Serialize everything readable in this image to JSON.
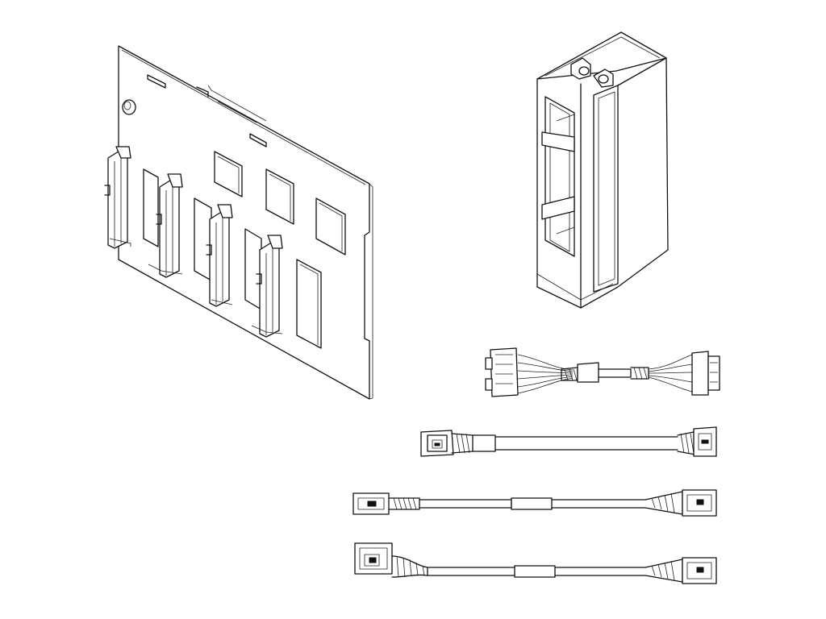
{
  "figure": {
    "type": "exploded-parts-illustration",
    "background": "#ffffff",
    "line_color": "#111111",
    "text_labels": []
  },
  "parts": [
    {
      "name": "drive-backplane",
      "connectors": 4
    },
    {
      "name": "drive-cage-bracket"
    },
    {
      "name": "power-splitter-cable"
    },
    {
      "name": "signal-cable-1"
    },
    {
      "name": "signal-cable-2"
    },
    {
      "name": "signal-cable-3"
    }
  ]
}
